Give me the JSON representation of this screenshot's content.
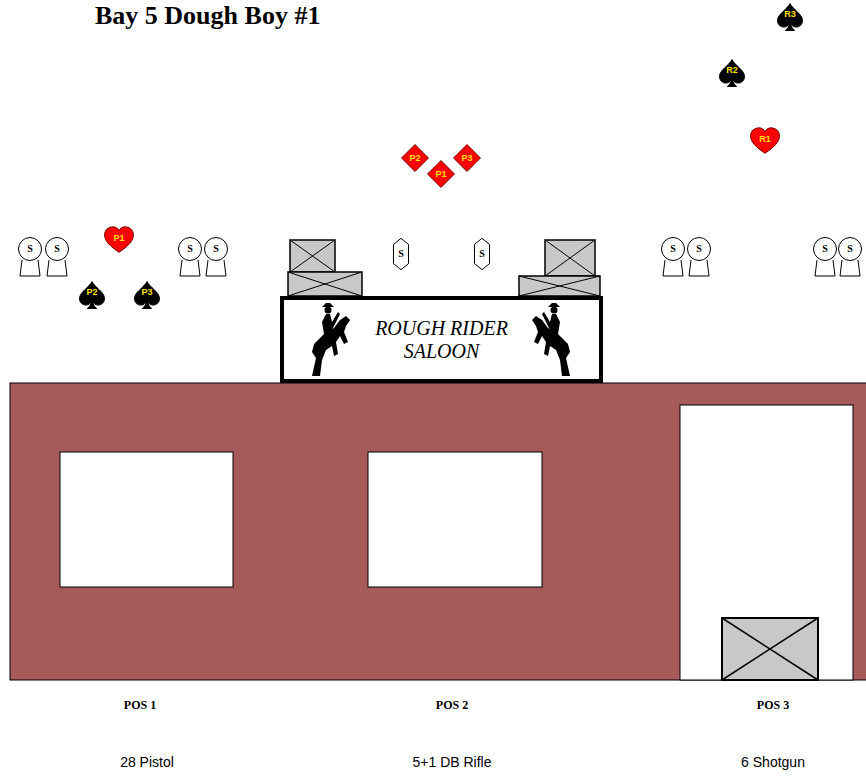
{
  "diagram": {
    "title": "Bay 5 Dough Boy #1",
    "nodes": [
      {
        "text": [
          "R3"
        ]
      },
      {
        "text": [
          "R2"
        ]
      },
      {
        "text": [
          "R1"
        ]
      },
      {
        "text": [
          "P2"
        ]
      },
      {
        "text": [
          "P3"
        ]
      },
      {
        "text": [
          "P1"
        ]
      },
      {
        "text": [
          "S"
        ]
      },
      {
        "text": [
          "S"
        ]
      },
      {
        "text": [
          "P1"
        ]
      },
      {
        "text": [
          "S"
        ]
      },
      {
        "text": [
          "S"
        ]
      },
      {
        "text": [
          "S"
        ]
      },
      {
        "text": [
          "S"
        ]
      },
      {
        "text": [
          "S"
        ]
      },
      {
        "text": [
          "S"
        ]
      },
      {
        "text": [
          "S"
        ]
      },
      {
        "text": [
          "S"
        ]
      },
      {
        "text": [
          "P2"
        ]
      },
      {
        "text": [
          "P3"
        ]
      },
      {
        "text": [
          "ROUGH RIDER SALOON"
        ]
      }
    ],
    "labels": [
      "POS 1",
      "POS 2",
      "POS 3",
      "28 Pistol",
      "5+1 DB Rifle",
      "6 Shotgun"
    ]
  }
}
